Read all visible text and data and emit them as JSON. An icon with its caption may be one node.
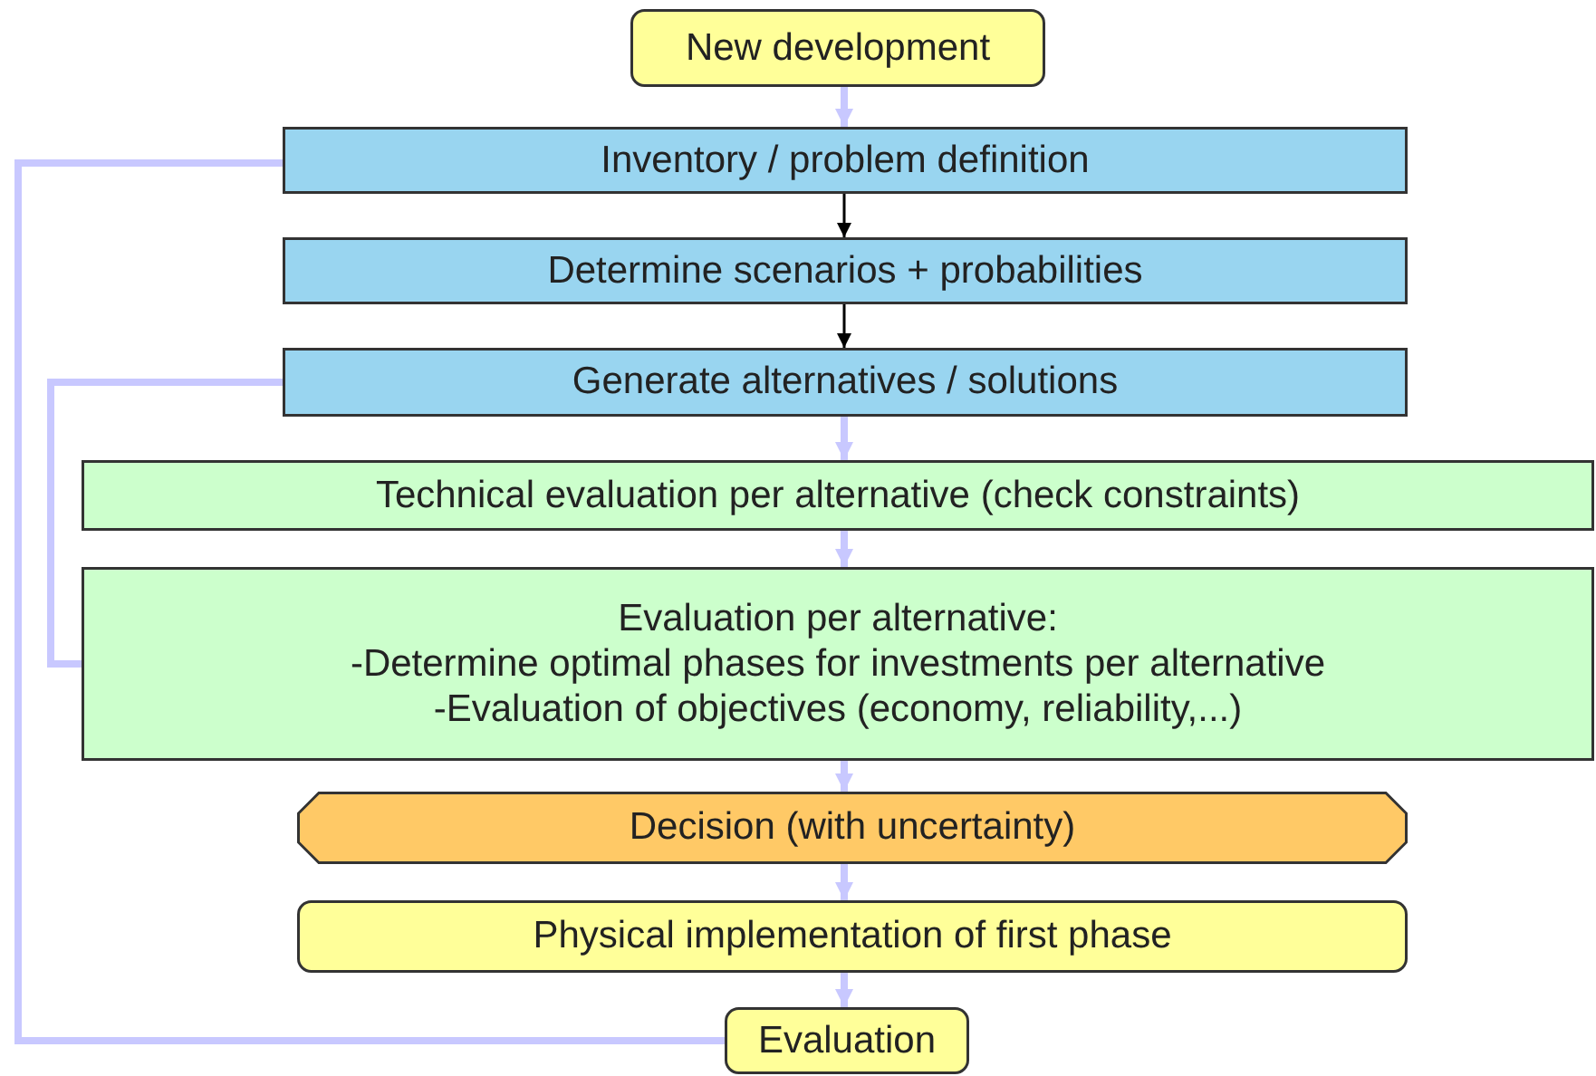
{
  "diagram": {
    "nodes": [
      {
        "text": [
          "New development"
        ]
      },
      {
        "text": [
          "Inventory / problem definition"
        ]
      },
      {
        "text": [
          "Determine scenarios + probabilities"
        ]
      },
      {
        "text": [
          "Generate alternatives / solutions"
        ]
      },
      {
        "text": [
          "Technical evaluation per alternative (check constraints)"
        ]
      },
      {
        "text": [
          "Evaluation per alternative:",
          "-Determine optimal phases for investments per alternative",
          "-Evaluation of objectives (economy, reliability,...)"
        ]
      },
      {
        "text": [
          "Decision (with uncertainty)"
        ]
      },
      {
        "text": [
          "Physical implementation of first phase"
        ]
      },
      {
        "text": [
          "Evaluation"
        ]
      }
    ],
    "edges": [
      {
        "from": 0,
        "to": 1,
        "arrow": "to"
      },
      {
        "from": 1,
        "to": 2,
        "arrow": "to",
        "color": "#000000"
      },
      {
        "from": 2,
        "to": 3,
        "arrow": "to",
        "color": "#000000"
      },
      {
        "from": 3,
        "to": 4,
        "arrow": "to"
      },
      {
        "from": 4,
        "to": 5,
        "arrow": "to"
      },
      {
        "from": 5,
        "to": 6,
        "arrow": "to"
      },
      {
        "from": 6,
        "to": 7,
        "arrow": "to"
      },
      {
        "from": 7,
        "to": 8,
        "arrow": "to"
      },
      {
        "from": 8,
        "to": 1,
        "arrow": "none"
      },
      {
        "from": 5,
        "to": 3,
        "arrow": "none"
      }
    ]
  }
}
